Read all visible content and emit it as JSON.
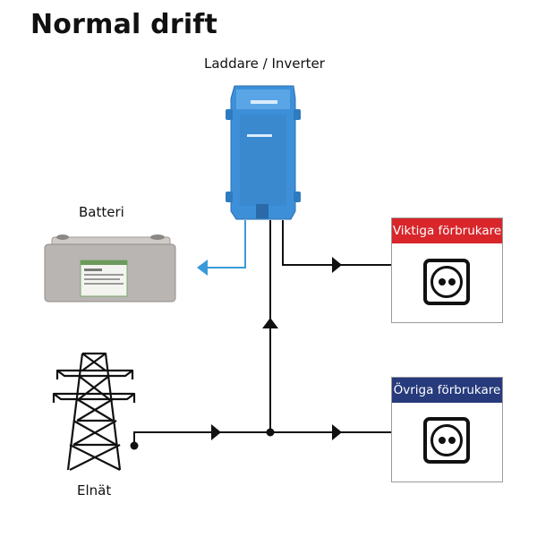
{
  "title": "Normal drift",
  "nodes": {
    "inverter": {
      "label": "Laddare / Inverter",
      "color": "#3d8fd8"
    },
    "battery": {
      "label": "Batteri",
      "color": "#b8b5b2"
    },
    "grid": {
      "label": "Elnät"
    },
    "important_loads": {
      "label": "Viktiga förbrukare",
      "header_color": "#d8262b",
      "icon": "power-outlet-icon"
    },
    "other_loads": {
      "label": "Övriga förbrukare",
      "header_color": "#263a7c",
      "icon": "power-outlet-icon"
    }
  },
  "connections": [
    {
      "from": "grid",
      "to": "other_loads",
      "color": "#111111"
    },
    {
      "from": "grid",
      "to": "inverter",
      "color": "#111111"
    },
    {
      "from": "inverter",
      "to": "important_loads",
      "color": "#111111"
    },
    {
      "from": "inverter",
      "to": "battery",
      "color": "#3a9ad9"
    }
  ]
}
